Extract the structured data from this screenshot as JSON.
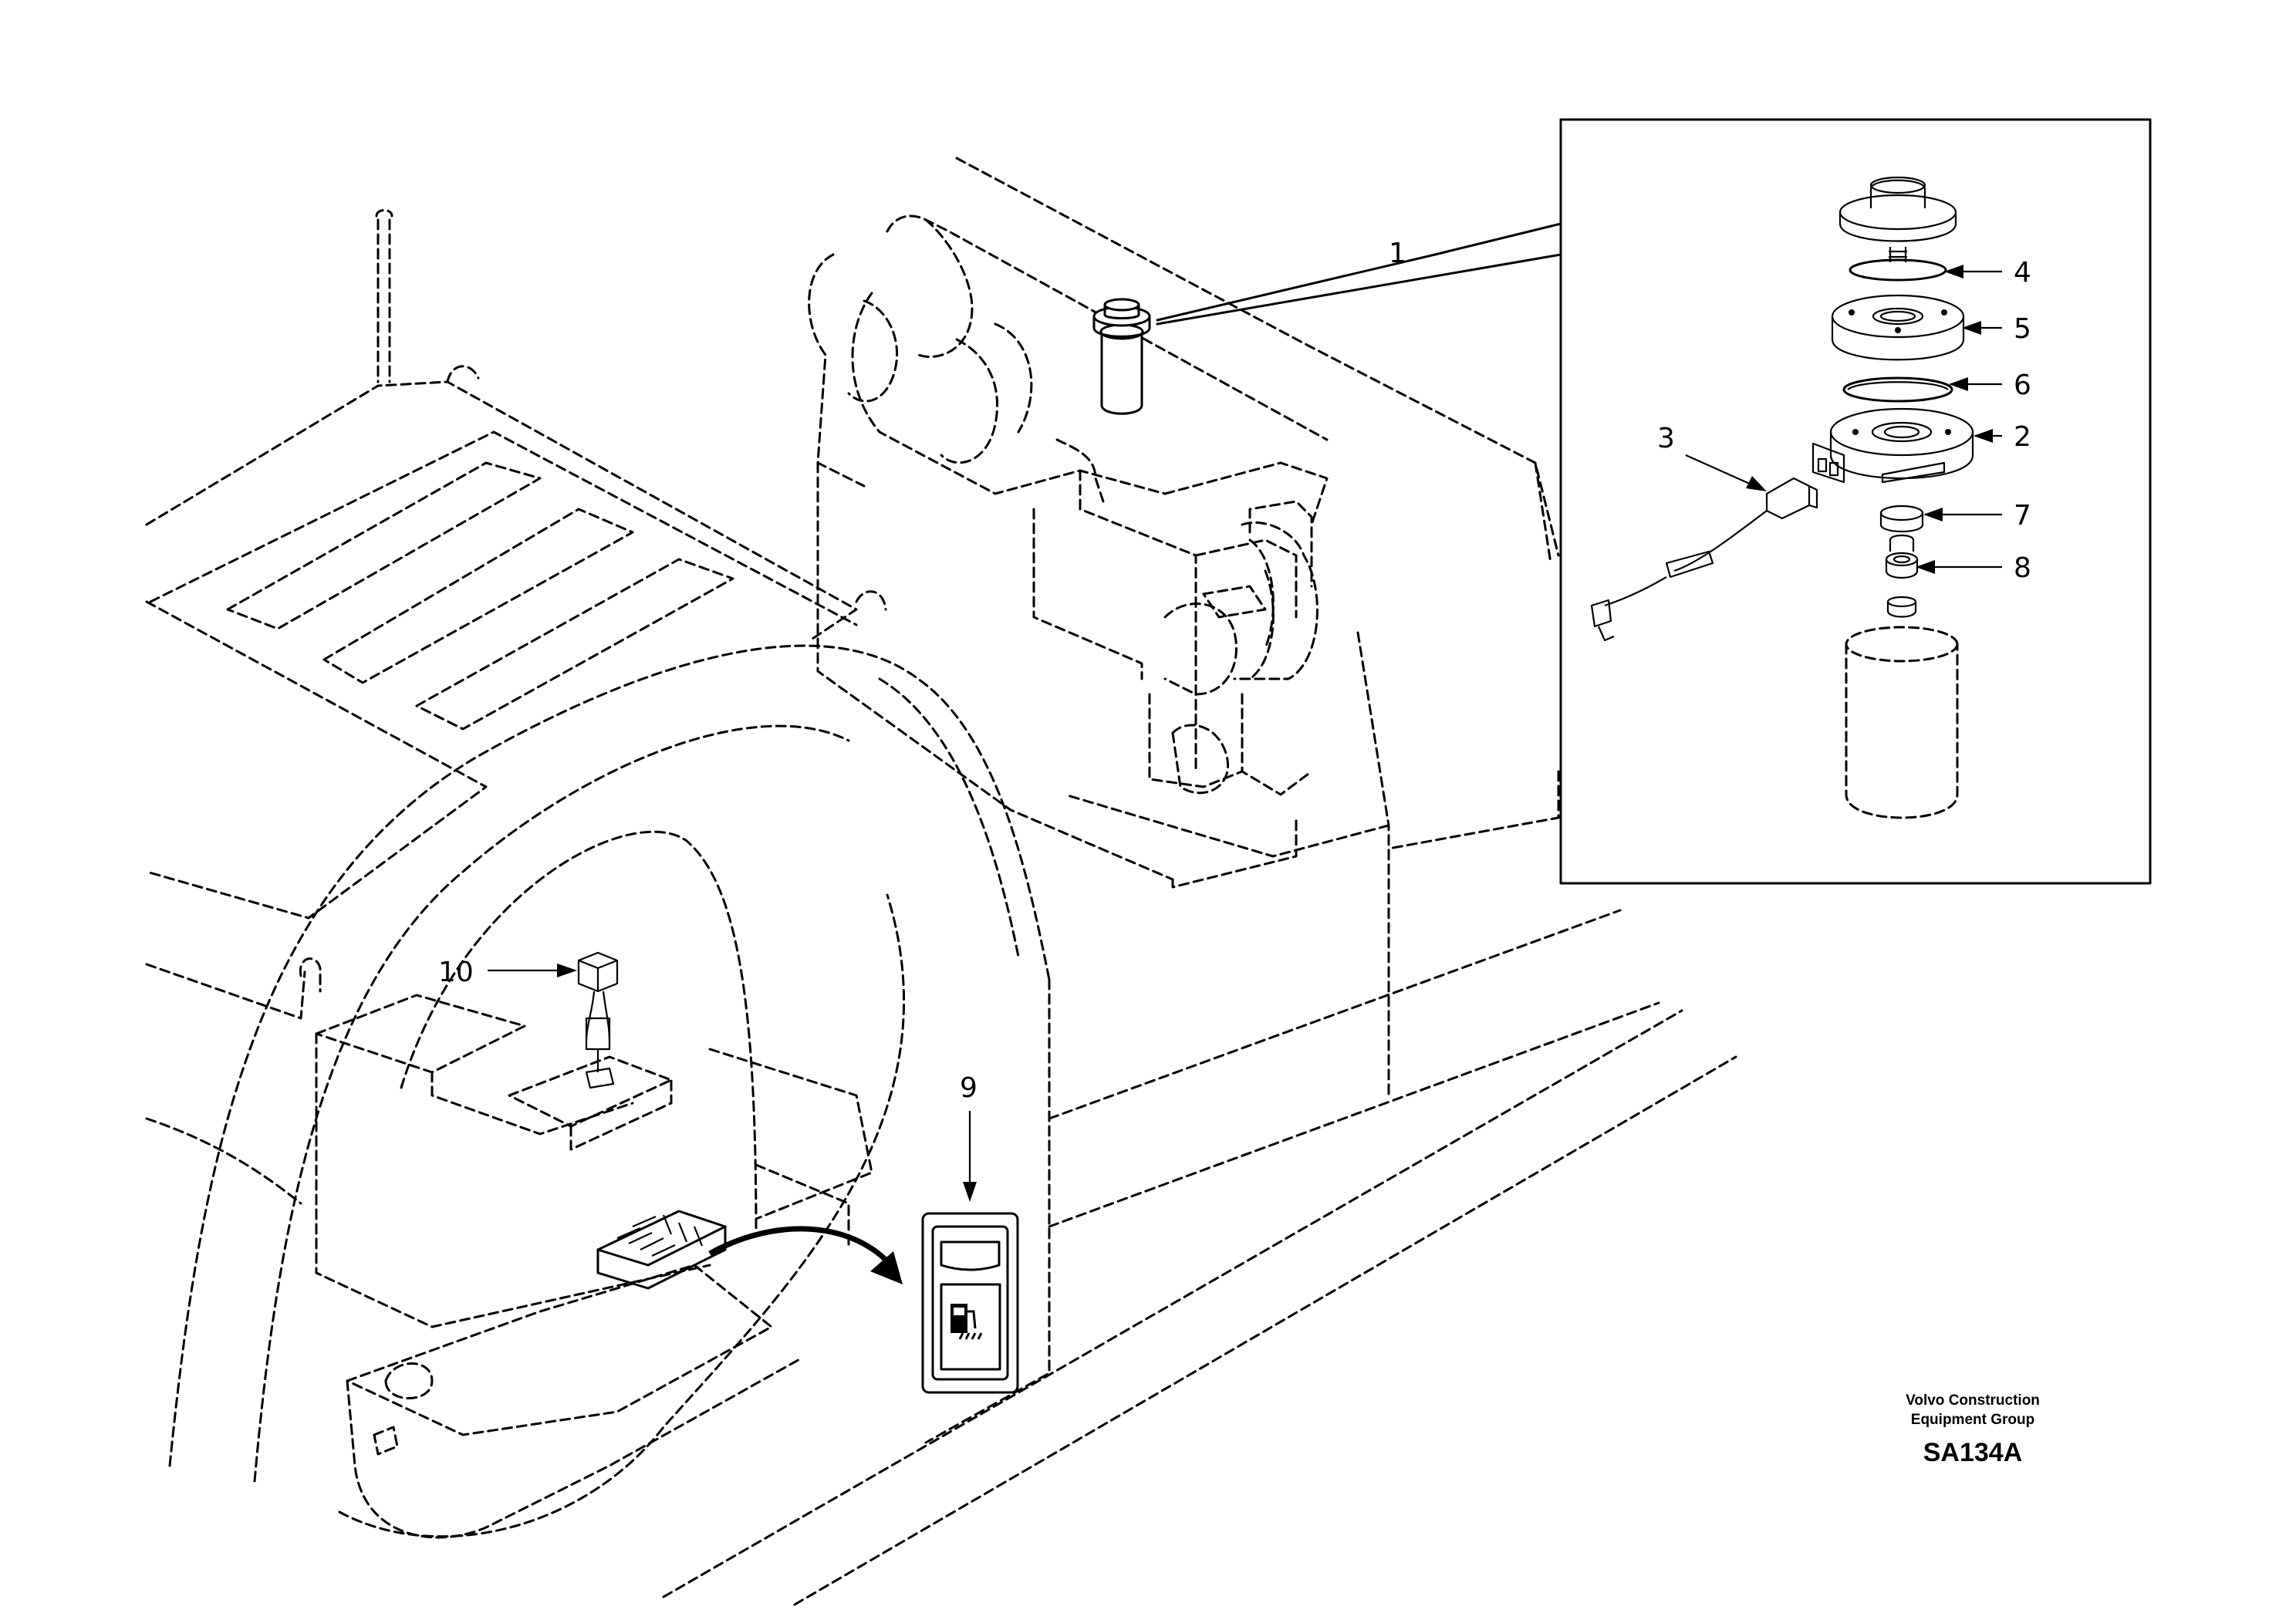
{
  "callouts": {
    "c1": "1",
    "c2": "2",
    "c3": "3",
    "c4": "4",
    "c5": "5",
    "c6": "6",
    "c7": "7",
    "c8": "8",
    "c9": "9",
    "c10": "10"
  },
  "footer": {
    "company_line1": "Volvo Construction",
    "company_line2": "Equipment Group",
    "drawing_ref": "SA134A"
  }
}
